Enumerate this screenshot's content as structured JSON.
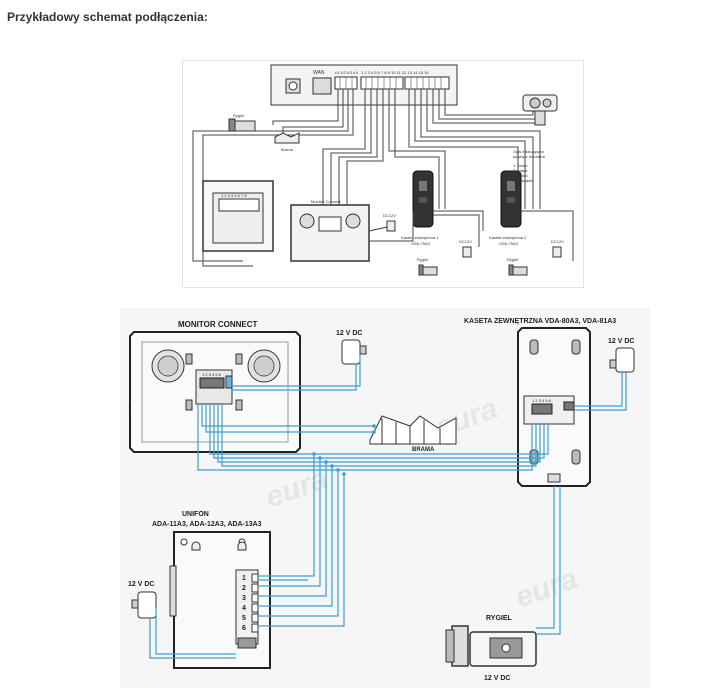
{
  "page": {
    "heading": "Przykładowy schemat podłączenia:"
  },
  "diagram1": {
    "wan": "WAN",
    "terminals_k": "K1 K2 K3 K4",
    "terminals_num": "1 2 3 4 5 6 7 8 9 10 11 12 13 14 15 16",
    "rygiel": "Rygiel",
    "brama": "Brama",
    "monitor": "Monitor Connect",
    "dc12v": "DC12V",
    "kaseta1": "Kaseta zewnętrzna 1",
    "kaseta1_model": "VDA-75A3",
    "kaseta2": "Kaseta zewnętrzna 2",
    "kaseta2_model": "VDA-75A3",
    "legend_title_1": "Opis żyłaczących",
    "legend_title_2": "kasety z modułem",
    "legend_1": "1. Audio",
    "legend_2": "2. Masa",
    "legend_3": "3. Video",
    "legend_4": "4. Zasilanie",
    "dc12v_a": "DC12V",
    "dc12v_b": "DC12V",
    "rygiel_a": "Rygiel",
    "rygiel_b": "Rygiel",
    "terminal_small": "1 2 3 4 5 6 7 8"
  },
  "diagram2": {
    "monitor_title": "MONITOR CONNECT",
    "psu_top": "12 V DC",
    "kaseta_title": "KASETA ZEWNĘTRZNA VDA-80A3, VDA-81A3",
    "psu_kaseta": "12 V DC",
    "brama": "BRAMA",
    "unifon_title": "UNIFON",
    "unifon_models": "ADA-11A3, ADA-12A3, ADA-13A3",
    "psu_unifon": "12 V DC",
    "rygiel": "RYGIEL",
    "psu_rygiel": "12 V DC",
    "monitor_terminals": "1 2 3 4 5 6",
    "kaseta_terminals": "1 2 3 4 5 6",
    "unifon_pins": [
      "1",
      "2",
      "3",
      "4",
      "5",
      "6"
    ],
    "wire_color": "#3a9fd0"
  }
}
